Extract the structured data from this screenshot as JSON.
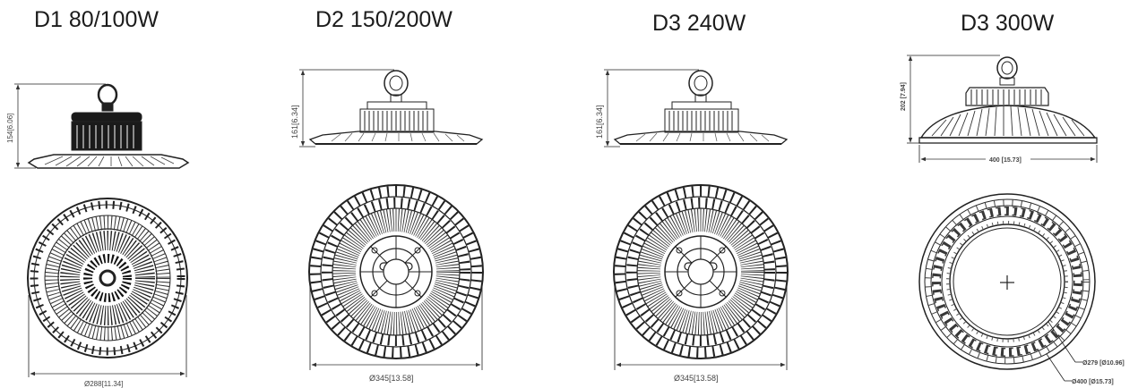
{
  "models": [
    {
      "title": "D1 80/100W",
      "height_dim": "154[6.06]",
      "diameter_dim": "Ø288[11.34]"
    },
    {
      "title": "D2 150/200W",
      "height_dim": "161[6.34]",
      "diameter_dim": "Ø345[13.58]"
    },
    {
      "title": "D3 240W",
      "height_dim": "161[6.34]",
      "diameter_dim": "Ø345[13.58]"
    },
    {
      "title": "D3 300W",
      "height_dim": "202 [7.94]",
      "width_dim": "400 [15.73]",
      "inner_dia_dim": "Ø279 [Ø10.96]",
      "outer_dia_dim": "Ø400 [Ø15.73]"
    }
  ]
}
